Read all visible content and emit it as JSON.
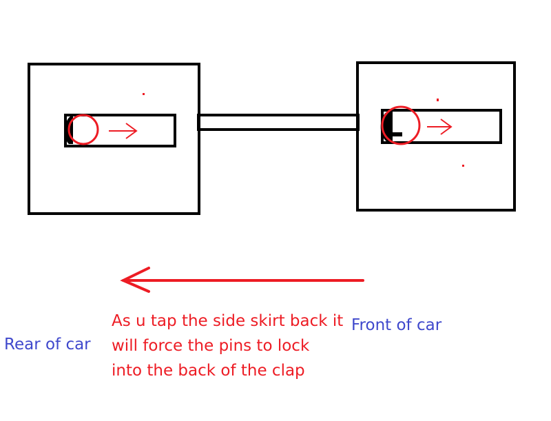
{
  "colors": {
    "outline": "#000000",
    "annotation": "#ed1c24",
    "label": "#3f48cc",
    "background": "#ffffff"
  },
  "labels": {
    "instruction_lines": [
      "As u tap the side skirt back it",
      "will force the pins to lock",
      "into the back of the clap"
    ],
    "front": "Front of car",
    "rear": "Rear of car"
  }
}
